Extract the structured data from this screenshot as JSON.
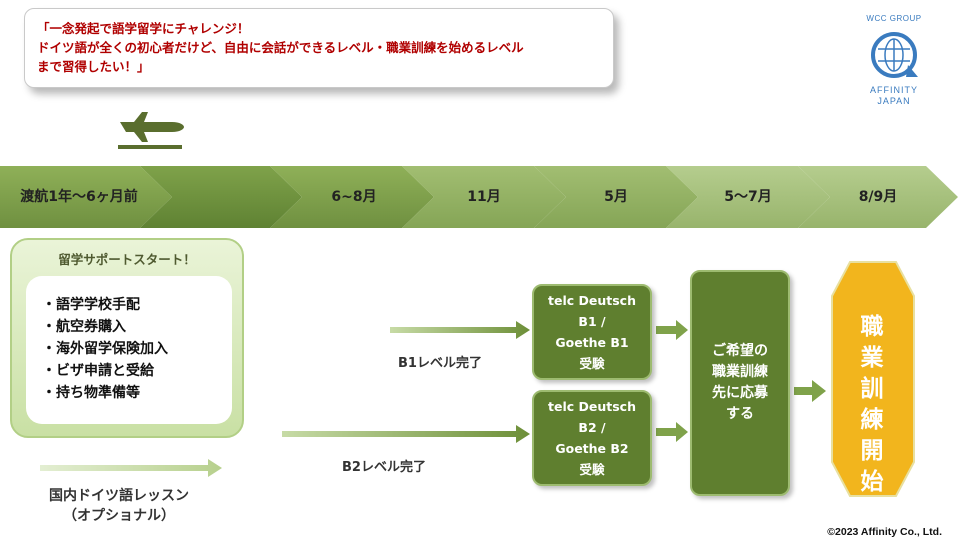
{
  "quote": {
    "lines": [
      "「一念発起で語学留学にチャレンジ！",
      "ドイツ語が全くの初心者だけど、自由に会話ができるレベル・職業訓練を始めるレベル",
      "まで習得したい！」"
    ]
  },
  "logo": {
    "group": "WCC GROUP",
    "name_line1": "AFFINITY",
    "name_line2": "JAPAN"
  },
  "timeline": {
    "steps": [
      "渡航1年〜6ヶ月前",
      "",
      "6~8月",
      "11月",
      "5月",
      "5〜7月",
      "8/9月"
    ]
  },
  "support": {
    "title": "留学サポートスタート！",
    "items": [
      "・語学学校手配",
      "・航空券購入",
      "・海外留学保険加入",
      "・ビザ申請と受給",
      "・持ち物準備等"
    ]
  },
  "exam_b1": {
    "lines": [
      "telc Deutsch",
      "B1 /",
      "Goethe B1",
      "受験"
    ]
  },
  "exam_b2": {
    "lines": [
      "telc Deutsch",
      "B2 /",
      "Goethe B2",
      "受験"
    ]
  },
  "apply": {
    "lines": [
      "ご希望の",
      "職業訓練",
      "先に応募",
      "する"
    ]
  },
  "final": {
    "chars": [
      "職",
      "業",
      "訓",
      "練",
      "開",
      "始"
    ]
  },
  "labels": {
    "b1_done": "B1レベル完了",
    "b2_done": "B2レベル完了"
  },
  "domestic": {
    "line1": "国内ドイツ語レッスン",
    "line2": "（オプショナル）"
  },
  "copyright": "©2023 Affinity Co., Ltd.",
  "colors": {
    "dark_green": "#5f7f2f",
    "light_green": "#a9c47e",
    "final_yellow": "#f2b51d",
    "quote_red": "#b00000"
  }
}
